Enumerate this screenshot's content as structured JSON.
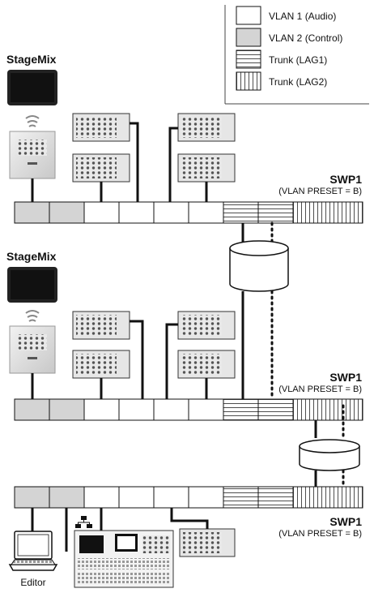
{
  "legend": {
    "items": [
      {
        "label": "VLAN 1 (Audio)",
        "pattern": "vlan1"
      },
      {
        "label": "VLAN 2 (Control)",
        "pattern": "vlan2"
      },
      {
        "label": "Trunk (LAG1)",
        "pattern": "lag1"
      },
      {
        "label": "Trunk (LAG2)",
        "pattern": "lag2"
      }
    ]
  },
  "sections": [
    {
      "tablet_label": "StageMix",
      "switch_label": "SWP1",
      "switch_preset": "(VLAN PRESET = B)"
    },
    {
      "tablet_label": "StageMix",
      "switch_label": "SWP1",
      "switch_preset": "(VLAN PRESET = B)"
    },
    {
      "switch_label": "SWP1",
      "switch_preset": "(VLAN PRESET = B)",
      "editor_label": "Editor"
    }
  ],
  "colors": {
    "vlan2_fill": "#d4d4d4",
    "line": "#111111"
  }
}
